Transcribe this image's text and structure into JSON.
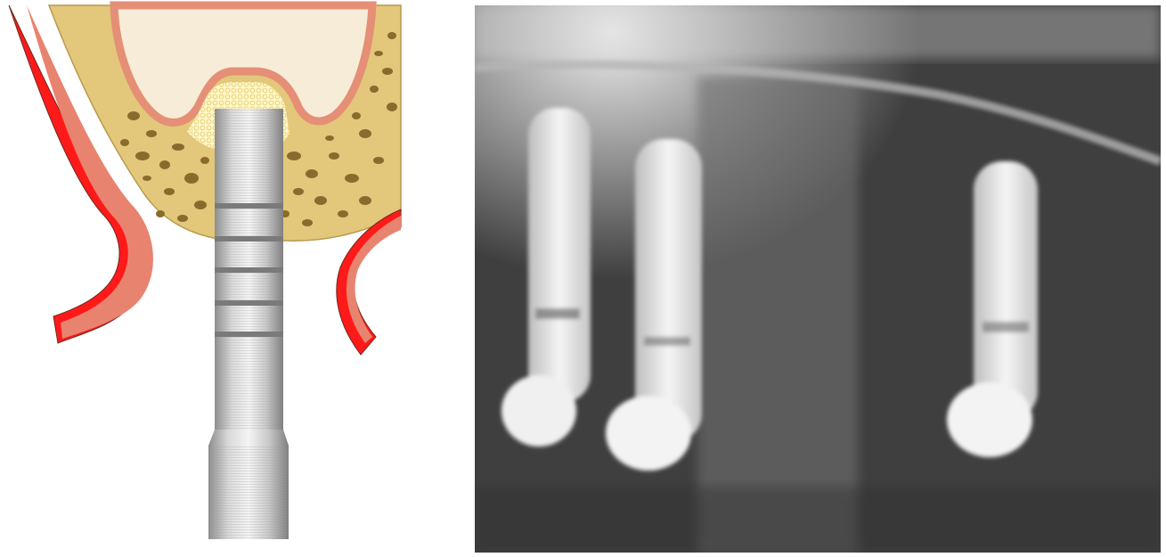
{
  "figure": {
    "panels": [
      {
        "id": "illustration",
        "kind": "schematic drawing"
      },
      {
        "id": "radiograph",
        "kind": "x-ray photograph"
      }
    ],
    "colors": {
      "mucosa_outer": "#ff1a1a",
      "mucosa_inner": "#e8836f",
      "cortical_bone": "#e3c77b",
      "cancellous_pores": "#8b6a2e",
      "sinus_cavity": "#f7ecd7",
      "sinus_membrane": "#e58f77",
      "graft_granules": "#fff3b0",
      "osteotome": "#c8c8c8",
      "radiograph_background": "#4a4a4a",
      "implant_radiopaque": "#f2f2f2"
    },
    "radiograph_implant_count": 3
  }
}
